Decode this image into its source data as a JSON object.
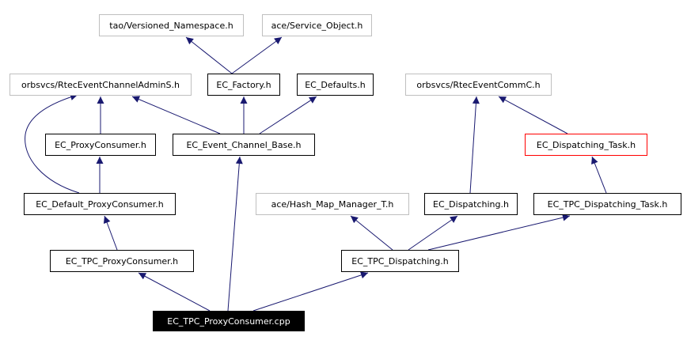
{
  "graph": {
    "colors": {
      "edge": "#191970",
      "node_border": "#000000",
      "external_border": "#bfbfbf",
      "highlight_border": "#ff0000",
      "root_fill": "#000000",
      "root_text": "#ffffff"
    },
    "nodes": {
      "tao_versioned_namespace": "tao/Versioned_Namespace.h",
      "ace_service_object": "ace/Service_Object.h",
      "rtec_event_channel_admin": "orbsvcs/RtecEventChannelAdminS.h",
      "ec_factory": "EC_Factory.h",
      "ec_defaults": "EC_Defaults.h",
      "rtec_event_comm": "orbsvcs/RtecEventCommC.h",
      "ec_proxy_consumer": "EC_ProxyConsumer.h",
      "ec_event_channel_base": "EC_Event_Channel_Base.h",
      "ec_dispatching_task": "EC_Dispatching_Task.h",
      "ec_default_proxy_consumer": "EC_Default_ProxyConsumer.h",
      "ace_hash_map_manager": "ace/Hash_Map_Manager_T.h",
      "ec_dispatching": "EC_Dispatching.h",
      "ec_tpc_dispatching_task": "EC_TPC_Dispatching_Task.h",
      "ec_tpc_proxy_consumer": "EC_TPC_ProxyConsumer.h",
      "ec_tpc_dispatching": "EC_TPC_Dispatching.h",
      "ec_tpc_proxy_consumer_cpp": "EC_TPC_ProxyConsumer.cpp"
    }
  }
}
